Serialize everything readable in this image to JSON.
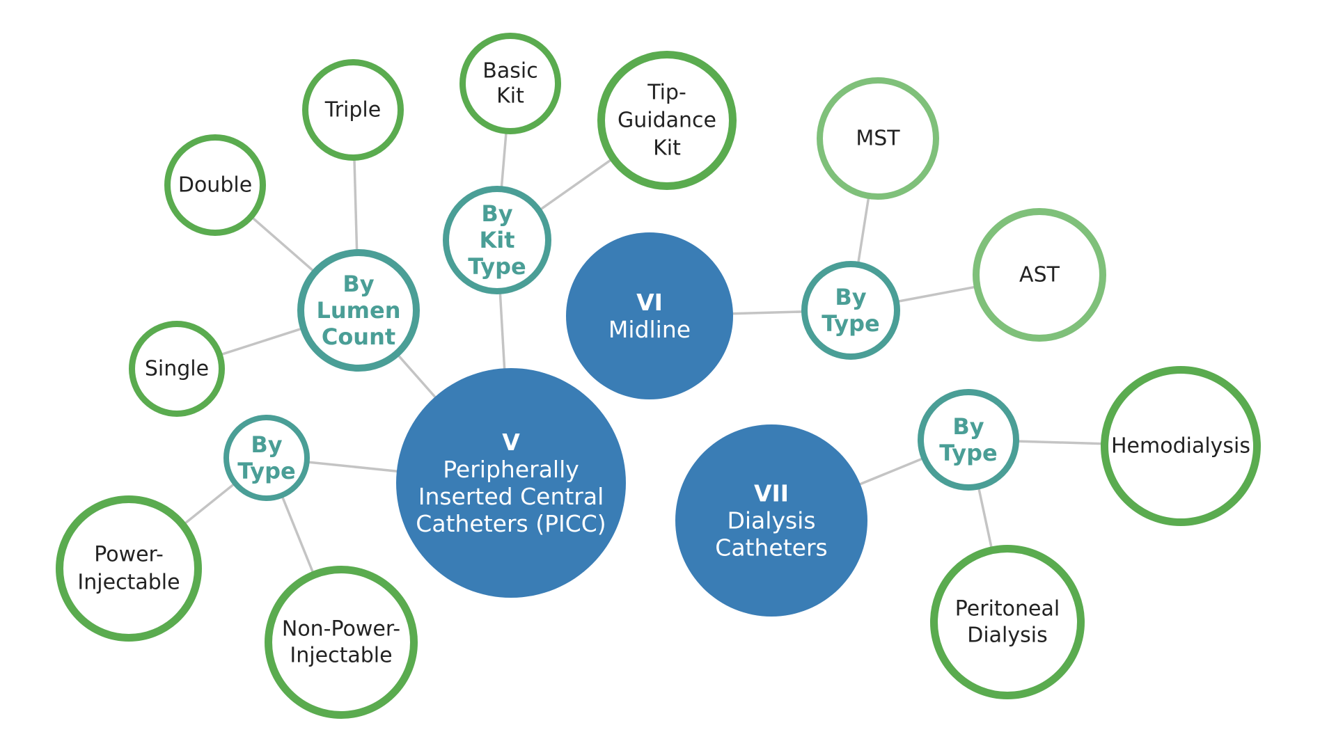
{
  "colors": {
    "main_fill": "#3a7db5",
    "main_text": "#ffffff",
    "category_stroke": "#4a9e96",
    "category_text": "#4a9e96",
    "leaf_stroke": "#5aab4f",
    "leaf_stroke_light": "#7fc07a",
    "leaf_text": "#222222",
    "edge": "#c4c4c4"
  },
  "nodes": {
    "picc": {
      "type": "main",
      "numeral": "V",
      "lines": [
        "Peripherally",
        "Inserted Central",
        "Catheters (PICC)"
      ]
    },
    "midline": {
      "type": "main",
      "numeral": "VI",
      "lines": [
        "Midline"
      ]
    },
    "dialysis": {
      "type": "main",
      "numeral": "VII",
      "lines": [
        "Dialysis",
        "Catheters"
      ]
    },
    "lumen": {
      "type": "category",
      "lines": [
        "By",
        "Lumen",
        "Count"
      ]
    },
    "kit": {
      "type": "category",
      "lines": [
        "By",
        "Kit",
        "Type"
      ]
    },
    "picc_type": {
      "type": "category",
      "lines": [
        "By",
        "Type"
      ]
    },
    "midline_type": {
      "type": "category",
      "lines": [
        "By",
        "Type"
      ]
    },
    "dialysis_type": {
      "type": "category",
      "lines": [
        "By",
        "Type"
      ]
    },
    "single": {
      "type": "leaf",
      "lines": [
        "Single"
      ]
    },
    "double": {
      "type": "leaf",
      "lines": [
        "Double"
      ]
    },
    "triple": {
      "type": "leaf",
      "lines": [
        "Triple"
      ]
    },
    "basic_kit": {
      "type": "leaf",
      "lines": [
        "Basic",
        "Kit"
      ]
    },
    "tip_kit": {
      "type": "leaf",
      "lines": [
        "Tip-",
        "Guidance",
        "Kit"
      ]
    },
    "power": {
      "type": "leaf",
      "lines": [
        "Power-",
        "Injectable"
      ]
    },
    "nonpower": {
      "type": "leaf",
      "lines": [
        "Non-Power-",
        "Injectable"
      ]
    },
    "mst": {
      "type": "leaf",
      "lines": [
        "MST"
      ]
    },
    "ast": {
      "type": "leaf",
      "lines": [
        "AST"
      ]
    },
    "hemo": {
      "type": "leaf",
      "lines": [
        "Hemodialysis"
      ]
    },
    "peritoneal": {
      "type": "leaf",
      "lines": [
        "Peritoneal",
        "Dialysis"
      ]
    }
  },
  "edges": [
    [
      "picc",
      "lumen"
    ],
    [
      "picc",
      "kit"
    ],
    [
      "picc",
      "picc_type"
    ],
    [
      "lumen",
      "single"
    ],
    [
      "lumen",
      "double"
    ],
    [
      "lumen",
      "triple"
    ],
    [
      "kit",
      "basic_kit"
    ],
    [
      "kit",
      "tip_kit"
    ],
    [
      "picc_type",
      "power"
    ],
    [
      "picc_type",
      "nonpower"
    ],
    [
      "midline",
      "midline_type"
    ],
    [
      "midline_type",
      "mst"
    ],
    [
      "midline_type",
      "ast"
    ],
    [
      "dialysis",
      "dialysis_type"
    ],
    [
      "dialysis_type",
      "hemo"
    ],
    [
      "dialysis_type",
      "peritoneal"
    ]
  ]
}
